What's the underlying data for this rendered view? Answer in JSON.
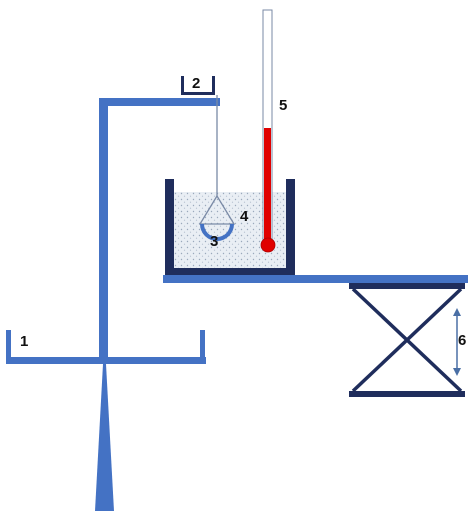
{
  "diagram": {
    "labels": {
      "balance_pan": "1",
      "hook_tray": "2",
      "sample_holder": "3",
      "liquid_beaker": "4",
      "thermometer": "5",
      "lab_jack": "6"
    },
    "colors": {
      "frame": "#4472C4",
      "dark_navy": "#1F2D5C",
      "liquid_fill": "#E9EEF4",
      "liquid_dots": "#9AA9BC",
      "thermometer_red": "#E00000",
      "thermometer_tube": "#FFFFFF",
      "wire": "#7A8AA6",
      "arrow": "#4A6FA5"
    }
  }
}
